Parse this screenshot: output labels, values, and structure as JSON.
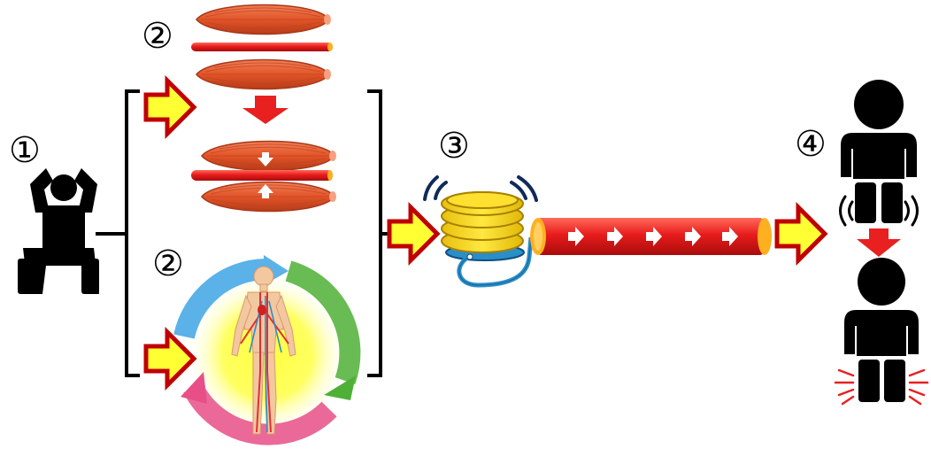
{
  "steps": {
    "one": "①",
    "two_top": "②",
    "two_bottom": "②",
    "three": "③",
    "four": "④"
  },
  "colors": {
    "arrow_fill": "#ffff33",
    "arrow_stroke": "#c00000",
    "vessel": "#e82020",
    "vessel_end": "#ffb020",
    "muscle": "#e65a30",
    "muscle_dark": "#b8401c",
    "pump_yellow": "#f2d21a",
    "pump_blue": "#2a8ec8",
    "sound_waves": "#102a5a",
    "down_arrow": "#e82020",
    "cycle_blue": "#5ab2e8",
    "cycle_green": "#4fb036",
    "cycle_pink": "#e84f86",
    "glow_yellow": "#ffff30"
  },
  "icons": [
    "person-stretching-icon",
    "muscle-icon",
    "blood-vessel-icon",
    "circulation-cycle-icon",
    "foot-pump-icon",
    "person-icon",
    "vibration-icon"
  ]
}
